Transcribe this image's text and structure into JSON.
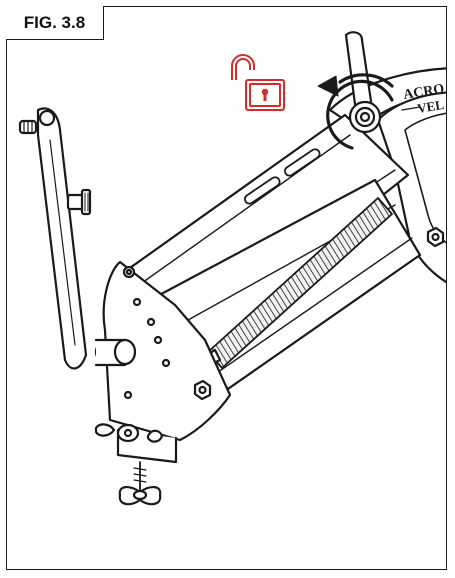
{
  "figure": {
    "label": "FIG. 3.8",
    "brand_logo_line1": "ACRO",
    "brand_logo_line2": "VEL"
  },
  "icons": {
    "lock": "unlocked-padlock-icon",
    "rotation": "counterclockwise-arrow-icon"
  },
  "colors": {
    "line": "#1a1a1a",
    "lock_accent": "#d62b2b",
    "spring_fill": "#dcdcdc"
  }
}
